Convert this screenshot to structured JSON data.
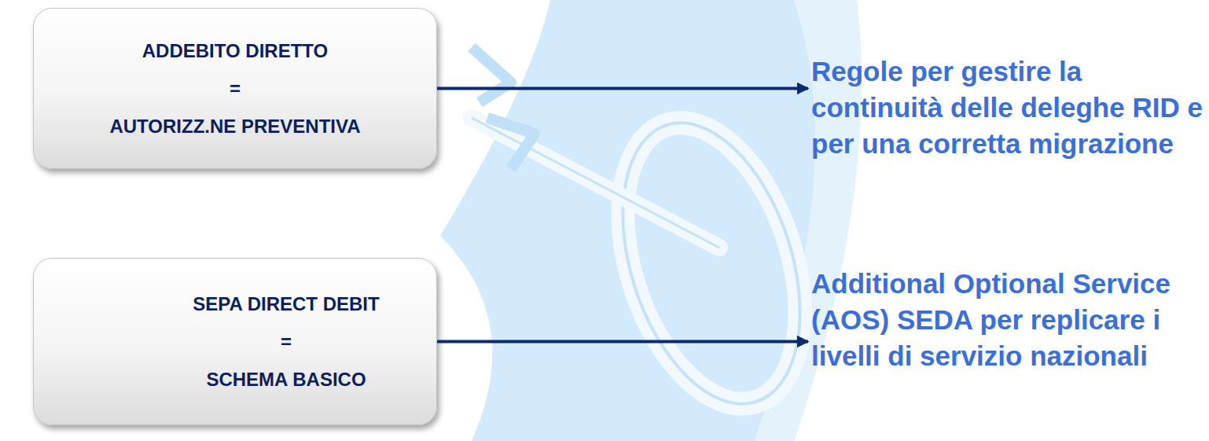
{
  "diagram": {
    "nodes": [
      {
        "text": [
          "ADDEBITO DIRETTO",
          "=",
          "AUTORIZZ.NE PREVENTIVA"
        ]
      },
      {
        "text": [
          "Regole per gestire la continuità delle deleghe RID e per una corretta migrazione"
        ]
      },
      {
        "text": [
          "SEPA DIRECT DEBIT",
          "=",
          "SCHEMA BASICO"
        ]
      },
      {
        "text": [
          "Additional Optional Service (AOS) SEDA per replicare i livelli di servizio nazionali"
        ]
      }
    ],
    "edges": [
      {
        "from": 0,
        "to": 1,
        "arrow": "to"
      },
      {
        "from": 2,
        "to": 3,
        "arrow": "to"
      }
    ]
  }
}
